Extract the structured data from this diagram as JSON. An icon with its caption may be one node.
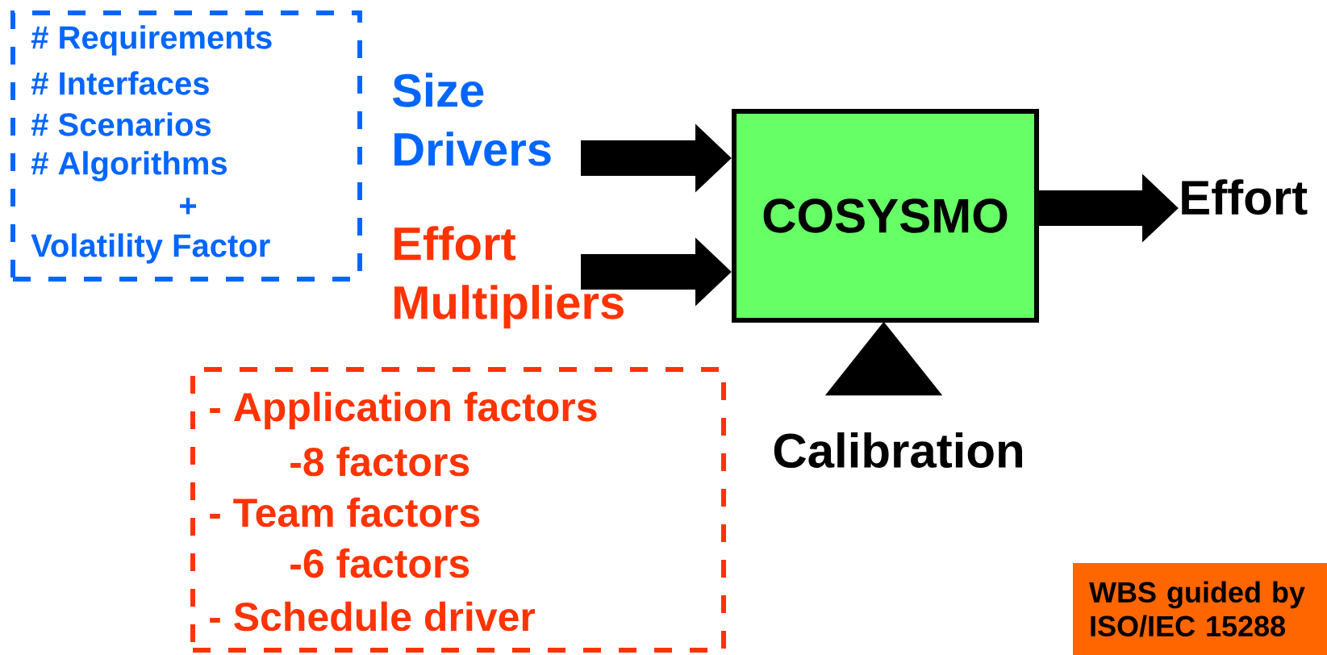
{
  "diagram": {
    "nodes": [
      {
        "text": [
          "# Requirements",
          "# Interfaces",
          "# Scenarios",
          "# Algorithms",
          "+",
          "Volatility Factor"
        ]
      },
      {
        "text": [
          "Size Drivers"
        ]
      },
      {
        "text": [
          "Effort Multipliers"
        ]
      },
      {
        "text": [
          "- Application factors",
          "-8 factors",
          "- Team factors",
          "-6 factors",
          "- Schedule driver"
        ]
      },
      {
        "text": [
          "COSYSMO"
        ]
      },
      {
        "text": [
          "Effort"
        ]
      },
      {
        "text": [],
        "shape": "triangle",
        "beside": [
          "Calibration"
        ]
      },
      {
        "text": [
          "WBS guided by ISO/IEC 15288"
        ]
      }
    ],
    "edges": [
      {
        "from": 1,
        "to": 4,
        "arrow": "to"
      },
      {
        "from": 2,
        "to": 4,
        "arrow": "to"
      },
      {
        "from": 4,
        "to": 5,
        "arrow": "to"
      }
    ]
  }
}
